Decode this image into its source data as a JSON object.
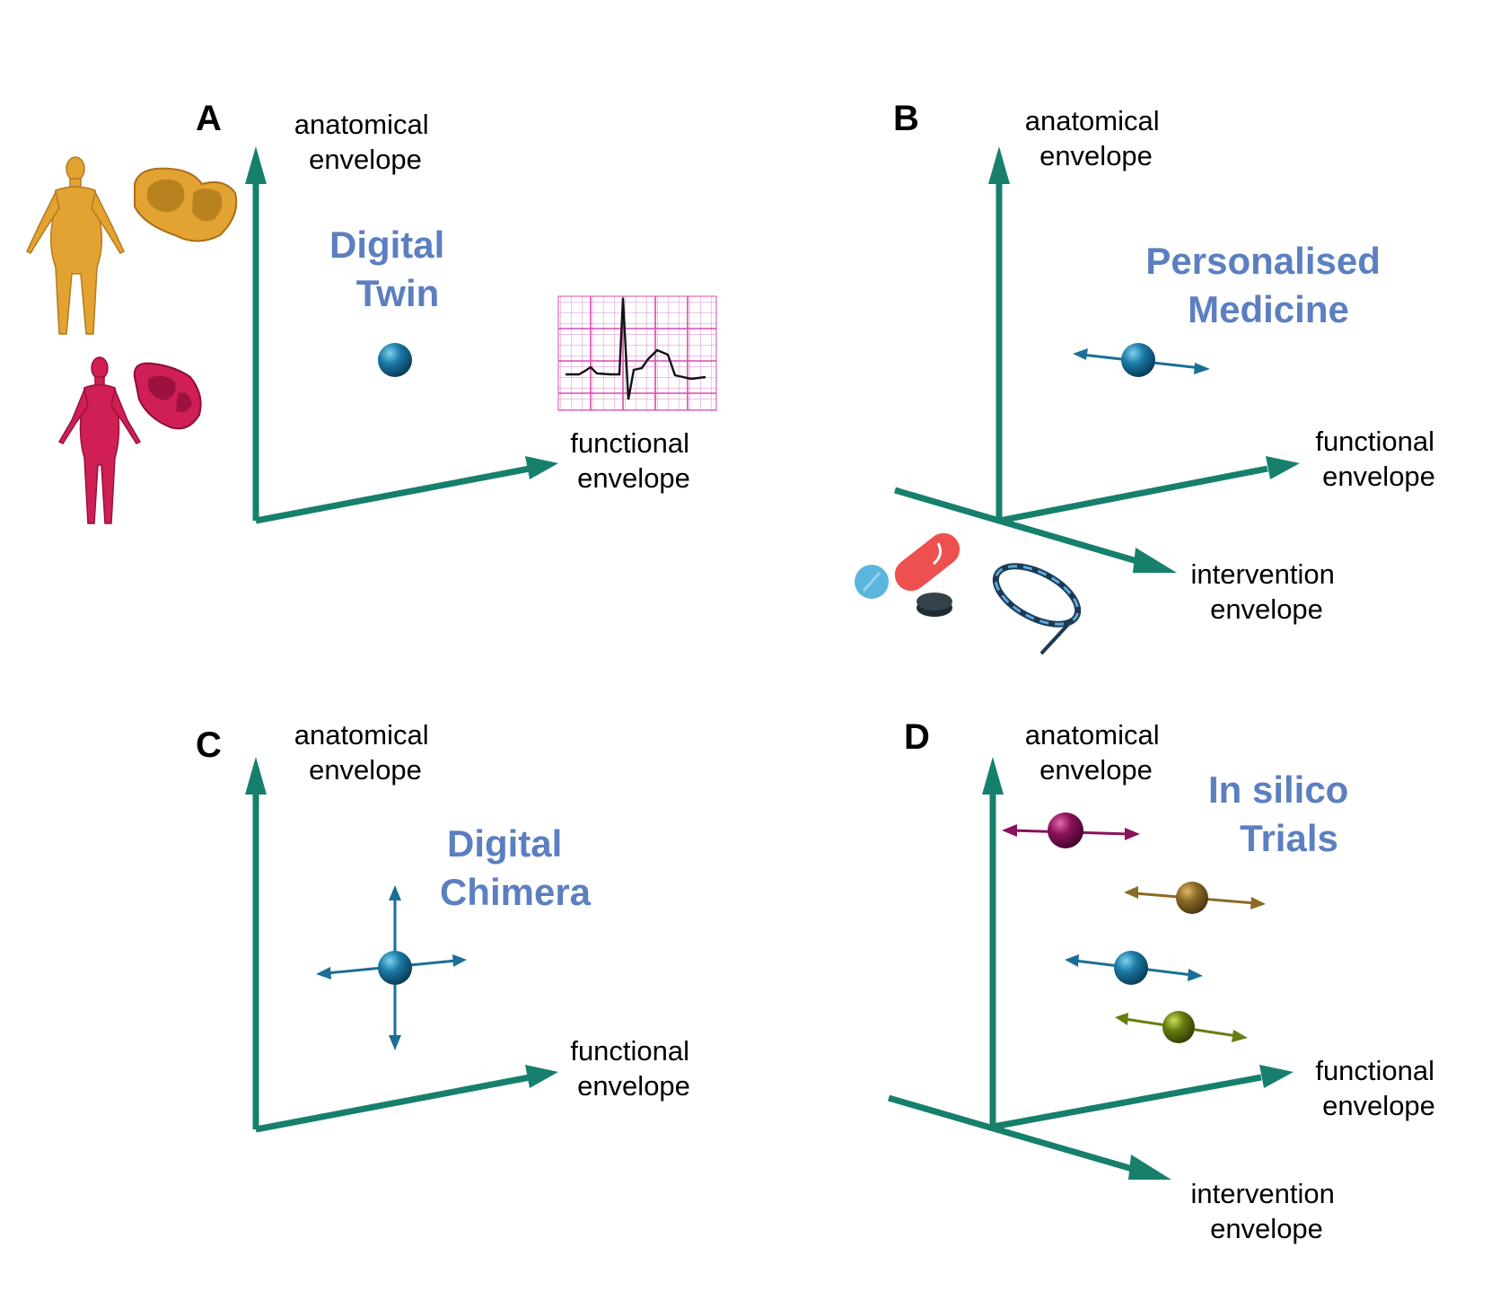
{
  "colors": {
    "axis": "#16806c",
    "concept_text": "#5b7fc0",
    "point_blue": "#1b7aa6",
    "point_purple": "#8a1258",
    "point_brown": "#8b6a25",
    "point_olive": "#667d10",
    "body_orange": "#e3a333",
    "body_red": "#cf1f55",
    "ecg_grid": "#d54bb0"
  },
  "panels": {
    "a": {
      "letter": "A",
      "anatomical": [
        "anatomical",
        "envelope"
      ],
      "functional": [
        "functional",
        "envelope"
      ],
      "concept": [
        "Digital",
        "Twin"
      ],
      "icons": [
        "female-body-orange-icon",
        "heart-slice-orange-icon",
        "female-body-red-icon",
        "heart-slice-red-icon",
        "ecg-trace-icon"
      ]
    },
    "b": {
      "letter": "B",
      "anatomical": [
        "anatomical",
        "envelope"
      ],
      "functional": [
        "functional",
        "envelope"
      ],
      "intervention": [
        "intervention",
        "envelope"
      ],
      "concept": [
        "Personalised",
        "Medicine"
      ],
      "icons": [
        "blue-pill-icon",
        "red-capsule-icon",
        "black-tablet-icon",
        "stent-device-icon"
      ]
    },
    "c": {
      "letter": "C",
      "anatomical": [
        "anatomical",
        "envelope"
      ],
      "functional": [
        "functional",
        "envelope"
      ],
      "concept": [
        "Digital",
        "Chimera"
      ]
    },
    "d": {
      "letter": "D",
      "anatomical": [
        "anatomical",
        "envelope"
      ],
      "functional": [
        "functional",
        "envelope"
      ],
      "intervention": [
        "intervention",
        "envelope"
      ],
      "concept": [
        "In silico",
        "Trials"
      ]
    }
  }
}
